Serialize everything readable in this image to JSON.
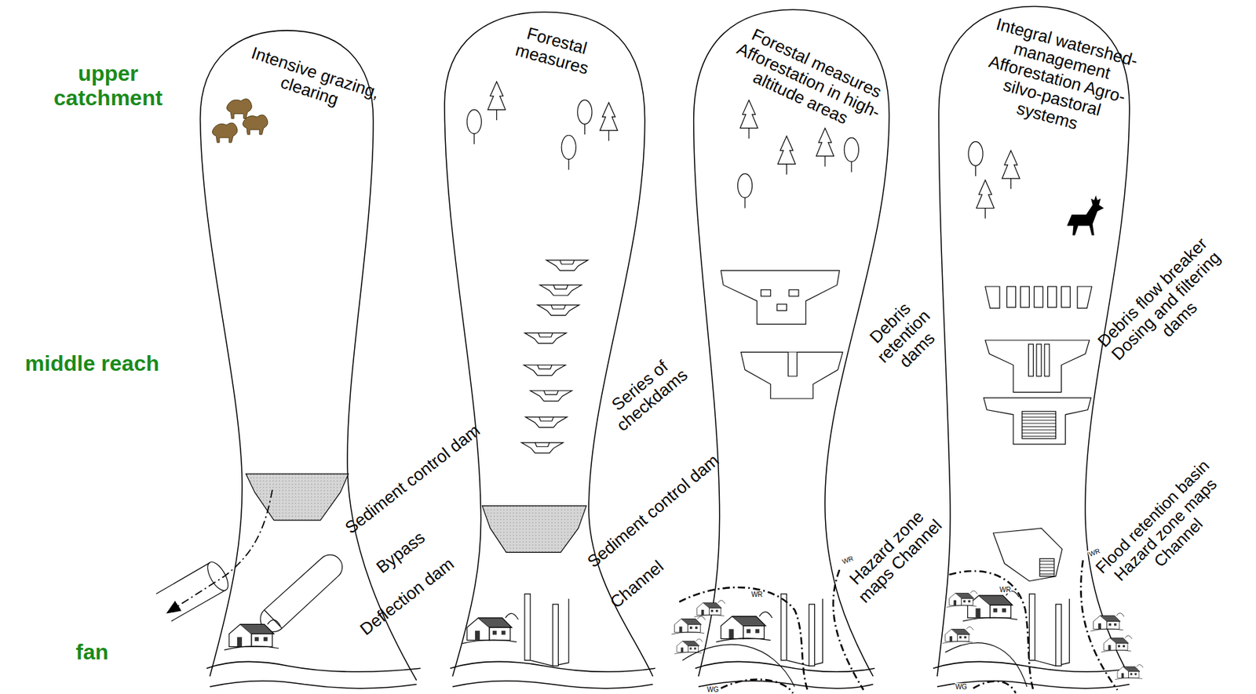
{
  "diagram": {
    "labels": [
      "upper catchment",
      "middle reach",
      "fan",
      "Intensive grazing, clearing",
      "Sediment control dam",
      "Bypass",
      "Deflection dam",
      "Forestal measures",
      "Series of checkdams",
      "Sediment control dam",
      "Channel",
      "Forestal measures Afforestation in high-altitude areas",
      "Debris retention dams",
      "Hazard zone maps Channel",
      "WR",
      "WR",
      "WG",
      "Integral watershed-management Afforestation Agro-silvo-pastoral systems",
      "Debris flow breaker Dosing and filtering dams",
      "Flood retention basin Hazard zone maps Channel",
      "WR",
      "WR",
      "WG"
    ]
  }
}
